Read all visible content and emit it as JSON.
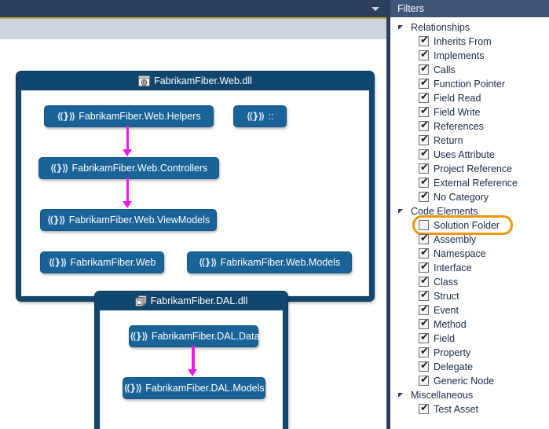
{
  "diagram": {
    "toolbar": {
      "caret_icon": "chevron-down-icon"
    },
    "assemblies": [
      {
        "id": "web-dll",
        "title": "FabrikamFiber.Web.dll",
        "icon": "web-assembly-icon",
        "nodes": [
          {
            "label": "FabrikamFiber.Web.Helpers",
            "icon": "namespace-icon"
          },
          {
            "label": "::",
            "icon": "namespace-icon"
          },
          {
            "label": "FabrikamFiber.Web.Controllers",
            "icon": "namespace-icon"
          },
          {
            "label": "FabrikamFiber.Web.ViewModels",
            "icon": "namespace-icon"
          },
          {
            "label": "FabrikamFiber.Web",
            "icon": "namespace-icon"
          },
          {
            "label": "FabrikamFiber.Web.Models",
            "icon": "namespace-icon"
          }
        ]
      },
      {
        "id": "dal-dll",
        "title": "FabrikamFiber.DAL.dll",
        "icon": "library-assembly-icon",
        "nodes": [
          {
            "label": "FabrikamFiber.DAL.Data",
            "icon": "namespace-icon"
          },
          {
            "label": "FabrikamFiber.DAL.Models",
            "icon": "namespace-icon"
          }
        ]
      }
    ],
    "edge_color": "#ef16e7"
  },
  "filters": {
    "title": "Filters",
    "highlight_color": "#f2940d",
    "groups": [
      {
        "label": "Relationships",
        "expanded": true,
        "items": [
          {
            "label": "Inherits From",
            "checked": true
          },
          {
            "label": "Implements",
            "checked": true
          },
          {
            "label": "Calls",
            "checked": true
          },
          {
            "label": "Function Pointer",
            "checked": true
          },
          {
            "label": "Field Read",
            "checked": true
          },
          {
            "label": "Field Write",
            "checked": true
          },
          {
            "label": "References",
            "checked": true
          },
          {
            "label": "Return",
            "checked": true
          },
          {
            "label": "Uses Attribute",
            "checked": true
          },
          {
            "label": "Project Reference",
            "checked": true
          },
          {
            "label": "External Reference",
            "checked": true
          },
          {
            "label": "No Category",
            "checked": true
          }
        ]
      },
      {
        "label": "Code Elements",
        "expanded": true,
        "items": [
          {
            "label": "Solution Folder",
            "checked": false,
            "highlighted": true
          },
          {
            "label": "Assembly",
            "checked": true
          },
          {
            "label": "Namespace",
            "checked": true
          },
          {
            "label": "Interface",
            "checked": true
          },
          {
            "label": "Class",
            "checked": true
          },
          {
            "label": "Struct",
            "checked": true
          },
          {
            "label": "Event",
            "checked": true
          },
          {
            "label": "Method",
            "checked": true
          },
          {
            "label": "Field",
            "checked": true
          },
          {
            "label": "Property",
            "checked": true
          },
          {
            "label": "Delegate",
            "checked": true
          },
          {
            "label": "Generic Node",
            "checked": true
          }
        ]
      },
      {
        "label": "Miscellaneous",
        "expanded": true,
        "items": [
          {
            "label": "Test Asset",
            "checked": true
          }
        ]
      }
    ],
    "checkmark_glyph": "✔"
  }
}
